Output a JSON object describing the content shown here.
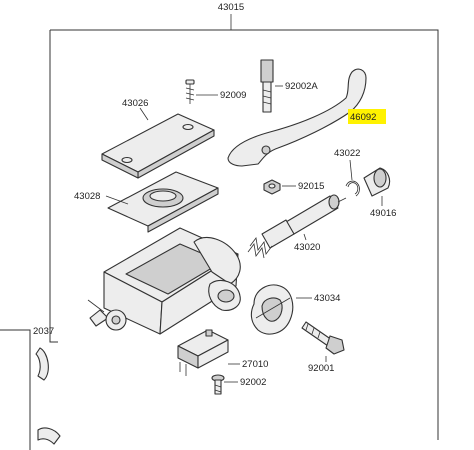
{
  "assembly_number": "43015",
  "highlight_color": "#fff200",
  "parts": [
    {
      "id": "92009"
    },
    {
      "id": "92002A"
    },
    {
      "id": "43026"
    },
    {
      "id": "46092",
      "highlighted": true
    },
    {
      "id": "43022"
    },
    {
      "id": "43028"
    },
    {
      "id": "92015"
    },
    {
      "id": "49016"
    },
    {
      "id": "43020"
    },
    {
      "id": "43034"
    },
    {
      "id": "92001"
    },
    {
      "id": "27010"
    },
    {
      "id": "92002"
    }
  ],
  "partial_label": "2037"
}
